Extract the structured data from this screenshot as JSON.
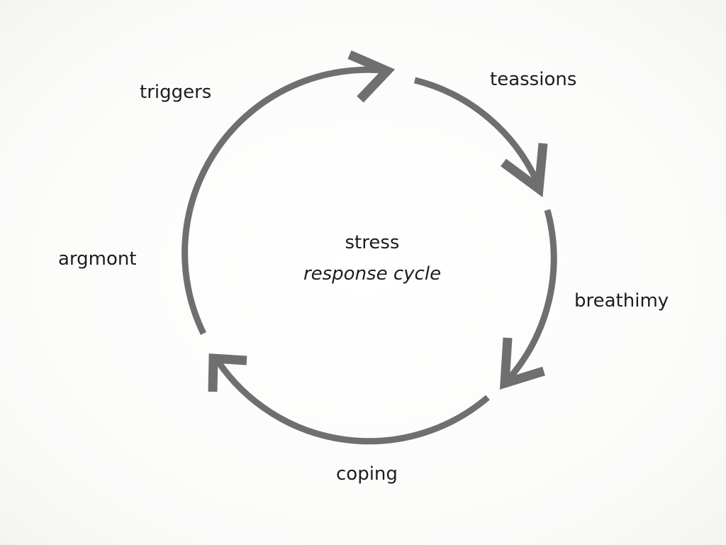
{
  "diagram": {
    "type": "cycle",
    "center": {
      "line1": "stress",
      "line2": "response cycle"
    },
    "nodes": [
      {
        "id": "triggers",
        "label": "triggers"
      },
      {
        "id": "teassions",
        "label": "teassions"
      },
      {
        "id": "breathing",
        "label": "breathimy"
      },
      {
        "id": "coping",
        "label": "coping"
      },
      {
        "id": "argmont",
        "label": "argmont"
      }
    ],
    "stroke_color": "#6f6f6f",
    "text_color": "#1d1d1d"
  }
}
